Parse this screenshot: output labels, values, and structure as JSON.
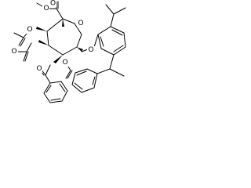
{
  "molecule": {
    "atoms": {
      "ester_carbonyl_O": "O",
      "ester_ether_O": "O",
      "ring_O": "O",
      "glycosidic_O": "O",
      "acetyl_O_upper": "O",
      "acetyl_O_lower": "O",
      "benzoyl_O_left": "O",
      "benzoyl_O_right": "O"
    }
  }
}
